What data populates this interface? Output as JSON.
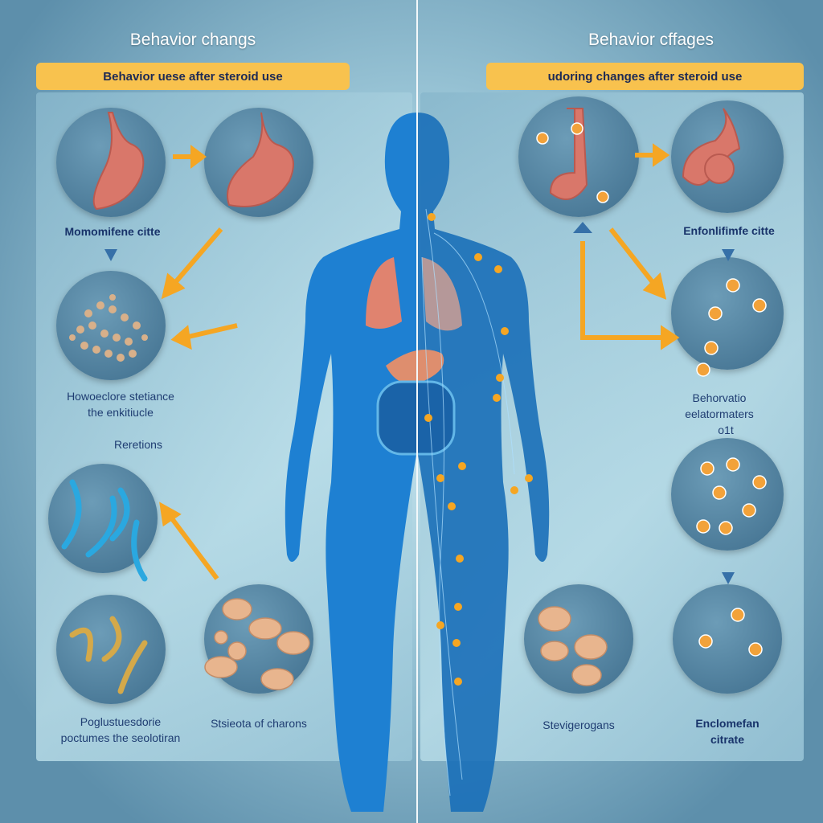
{
  "left": {
    "title": "Behavior changs",
    "banner": "Behavior uese after steroid use",
    "labels": {
      "stage1": "Momomifene citte",
      "stage2_line1": "Howoeclore stetiance",
      "stage2_line2": "the enkitiucle",
      "stage3": "Reretions",
      "stage4_line1": "Poglustuesdorie",
      "stage4_line2": "poctumes the seolotiran",
      "stage5": "Stsieota of charons"
    }
  },
  "right": {
    "title": "Behavior cffages",
    "banner": "udoring changes after steroid use",
    "labels": {
      "stage1": "Enfonlifimfe citte",
      "stage2_line1": "Behorvatio",
      "stage2_line2": "eelatormaters",
      "stage2_line3": "o1t",
      "stage3": "Stevigerogans",
      "stage4_line1": "Enclomefan",
      "stage4_line2": "citrate"
    }
  },
  "colors": {
    "accent": "#f5a623",
    "banner": "#f8c24e",
    "body": "#1e7fd0",
    "text": "#1f3d72"
  }
}
